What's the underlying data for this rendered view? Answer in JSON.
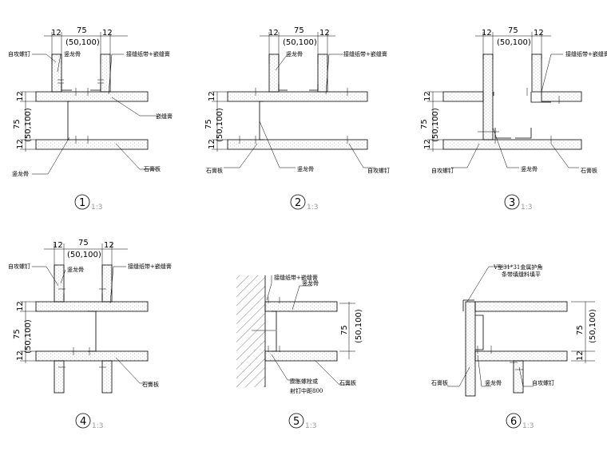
{
  "details": [
    {
      "number": "1",
      "scale": "1:3",
      "dims_top": [
        "12",
        "75",
        "12"
      ],
      "dims_top_alt": "(50,100)",
      "dims_side": [
        "12",
        "75",
        "12"
      ],
      "dims_side_alt": "(50,100)",
      "labels": [
        "自攻螺钉",
        "竖龙骨",
        "接缝纸带+嵌缝膏",
        "嵌缝膏",
        "竖龙骨",
        "石膏板"
      ]
    },
    {
      "number": "2",
      "scale": "1:3",
      "dims_top": [
        "12",
        "75",
        "12"
      ],
      "dims_top_alt": "(50,100)",
      "dims_side": [
        "12",
        "75",
        "12"
      ],
      "dims_side_alt": "(50,100)",
      "labels": [
        "竖龙骨",
        "接缝纸带+嵌缝膏",
        "石膏板",
        "竖龙骨",
        "自攻螺钉"
      ]
    },
    {
      "number": "3",
      "scale": "1:3",
      "dims_top": [
        "12",
        "75",
        "12"
      ],
      "dims_top_alt": "(50,100)",
      "dims_side": [
        "12",
        "75",
        "12"
      ],
      "dims_side_alt": "(50,100)",
      "labels": [
        "接缝纸带+嵌缝膏",
        "自攻螺钉",
        "竖龙骨",
        "石膏板"
      ]
    },
    {
      "number": "4",
      "scale": "1:3",
      "dims_top": [
        "12",
        "75",
        "12"
      ],
      "dims_top_alt": "(50,100)",
      "dims_side": [
        "12",
        "75",
        "12"
      ],
      "dims_side_alt": "(50,100)",
      "labels": [
        "自攻螺钉",
        "竖龙骨",
        "接缝纸带+嵌缝膏",
        "石膏板"
      ]
    },
    {
      "number": "5",
      "scale": "1:3",
      "dims_side": [
        "75"
      ],
      "dims_side_alt": "(50,100)",
      "labels": [
        "接缝纸带+嵌缝膏",
        "竖龙骨",
        "膨胀螺栓或",
        "射钉中距800",
        "石膏板"
      ]
    },
    {
      "number": "6",
      "scale": "1:3",
      "dims_side": [
        "75",
        "12"
      ],
      "dims_side_alt": "(50,100)",
      "labels": [
        "V型31*31金属护角",
        "条带填缝料填平",
        "石膏板",
        "竖龙骨",
        "自攻螺钉"
      ]
    }
  ]
}
